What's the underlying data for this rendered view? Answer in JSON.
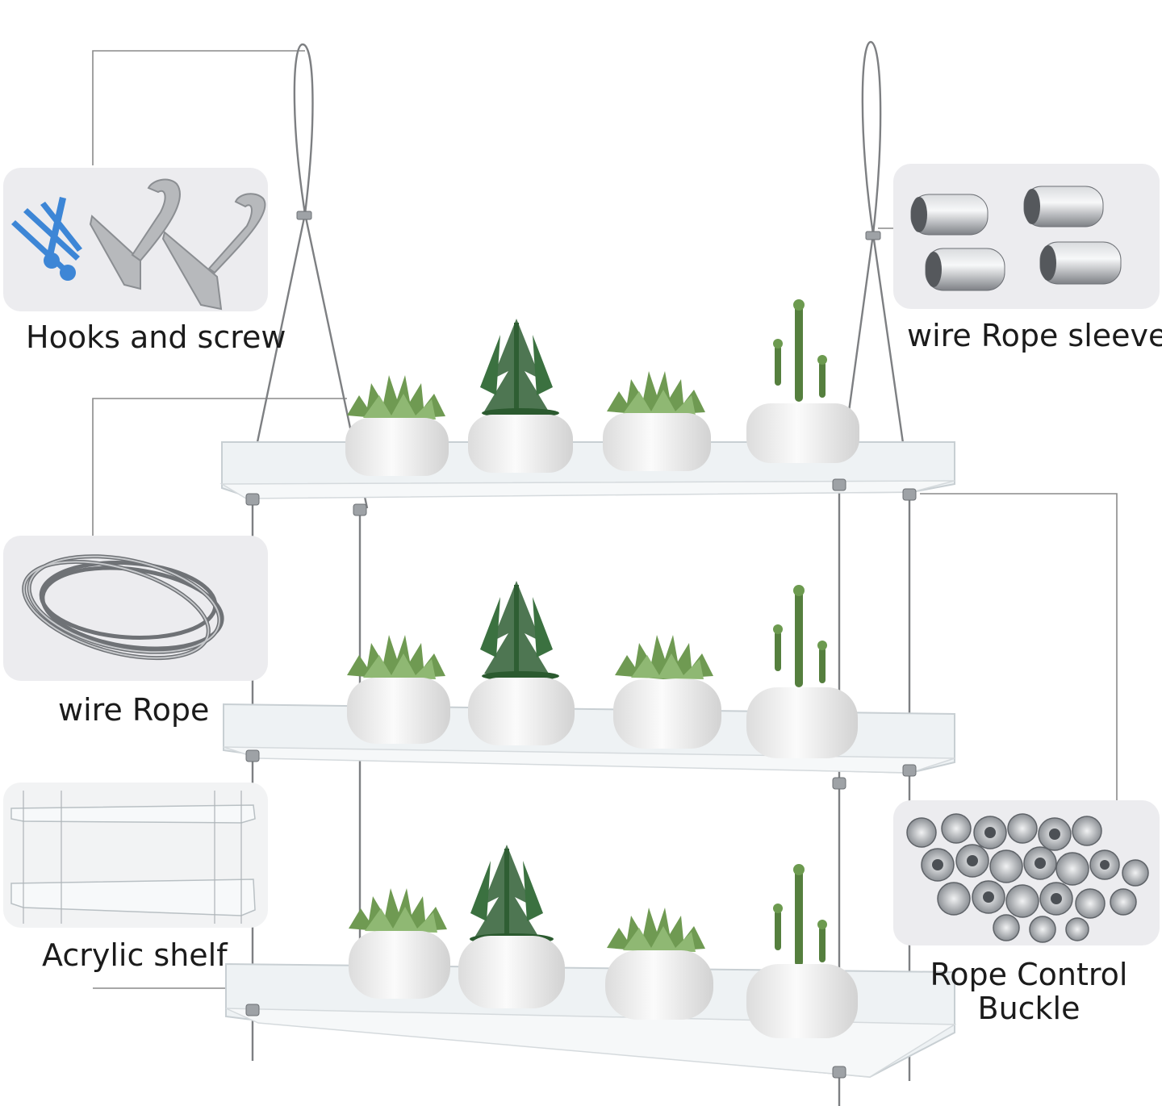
{
  "labels": {
    "hooks": "Hooks and screw",
    "sleeve": "wire Rope sleeve",
    "rope": "wire Rope",
    "shelf": "Acrylic shelf",
    "buckle_line1": "Rope Control",
    "buckle_line2": "Buckle"
  },
  "colors": {
    "background": "#ffffff",
    "panel": "#ececef",
    "leader_line": "#8a8a8a",
    "acrylic": "#e9eef1",
    "pot": "#f3f3f3",
    "succulent": "#6f9a52",
    "pine": "#2f5e34",
    "screw": "#3d86d6",
    "metal": "#a9acb1"
  },
  "icons": {
    "hooks_panel": "hooks-and-screws-icon",
    "sleeve_panel": "wire-sleeve-icon",
    "rope_panel": "wire-coil-icon",
    "shelf_panel": "acrylic-shelf-icon",
    "buckle_panel": "buckle-pile-icon"
  }
}
